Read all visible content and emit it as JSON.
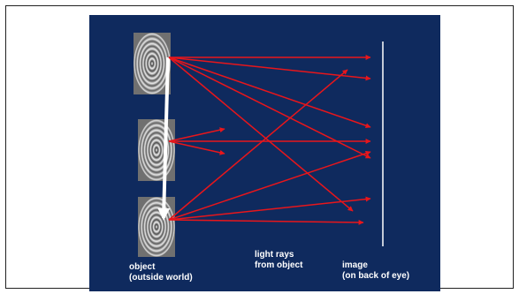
{
  "labels": {
    "object_line1": "object",
    "object_line2": "(outside world)",
    "rays_line1": "light rays",
    "rays_line2": "from object",
    "image_line1": "image",
    "image_line2": "(on back of eye)"
  },
  "colors": {
    "background": "#0f2a5e",
    "ray": "#e8161b",
    "arrow": "#ffffff",
    "retina": "#ffffff"
  },
  "icons": {
    "object_pattern": "concentric-rings-icon"
  }
}
